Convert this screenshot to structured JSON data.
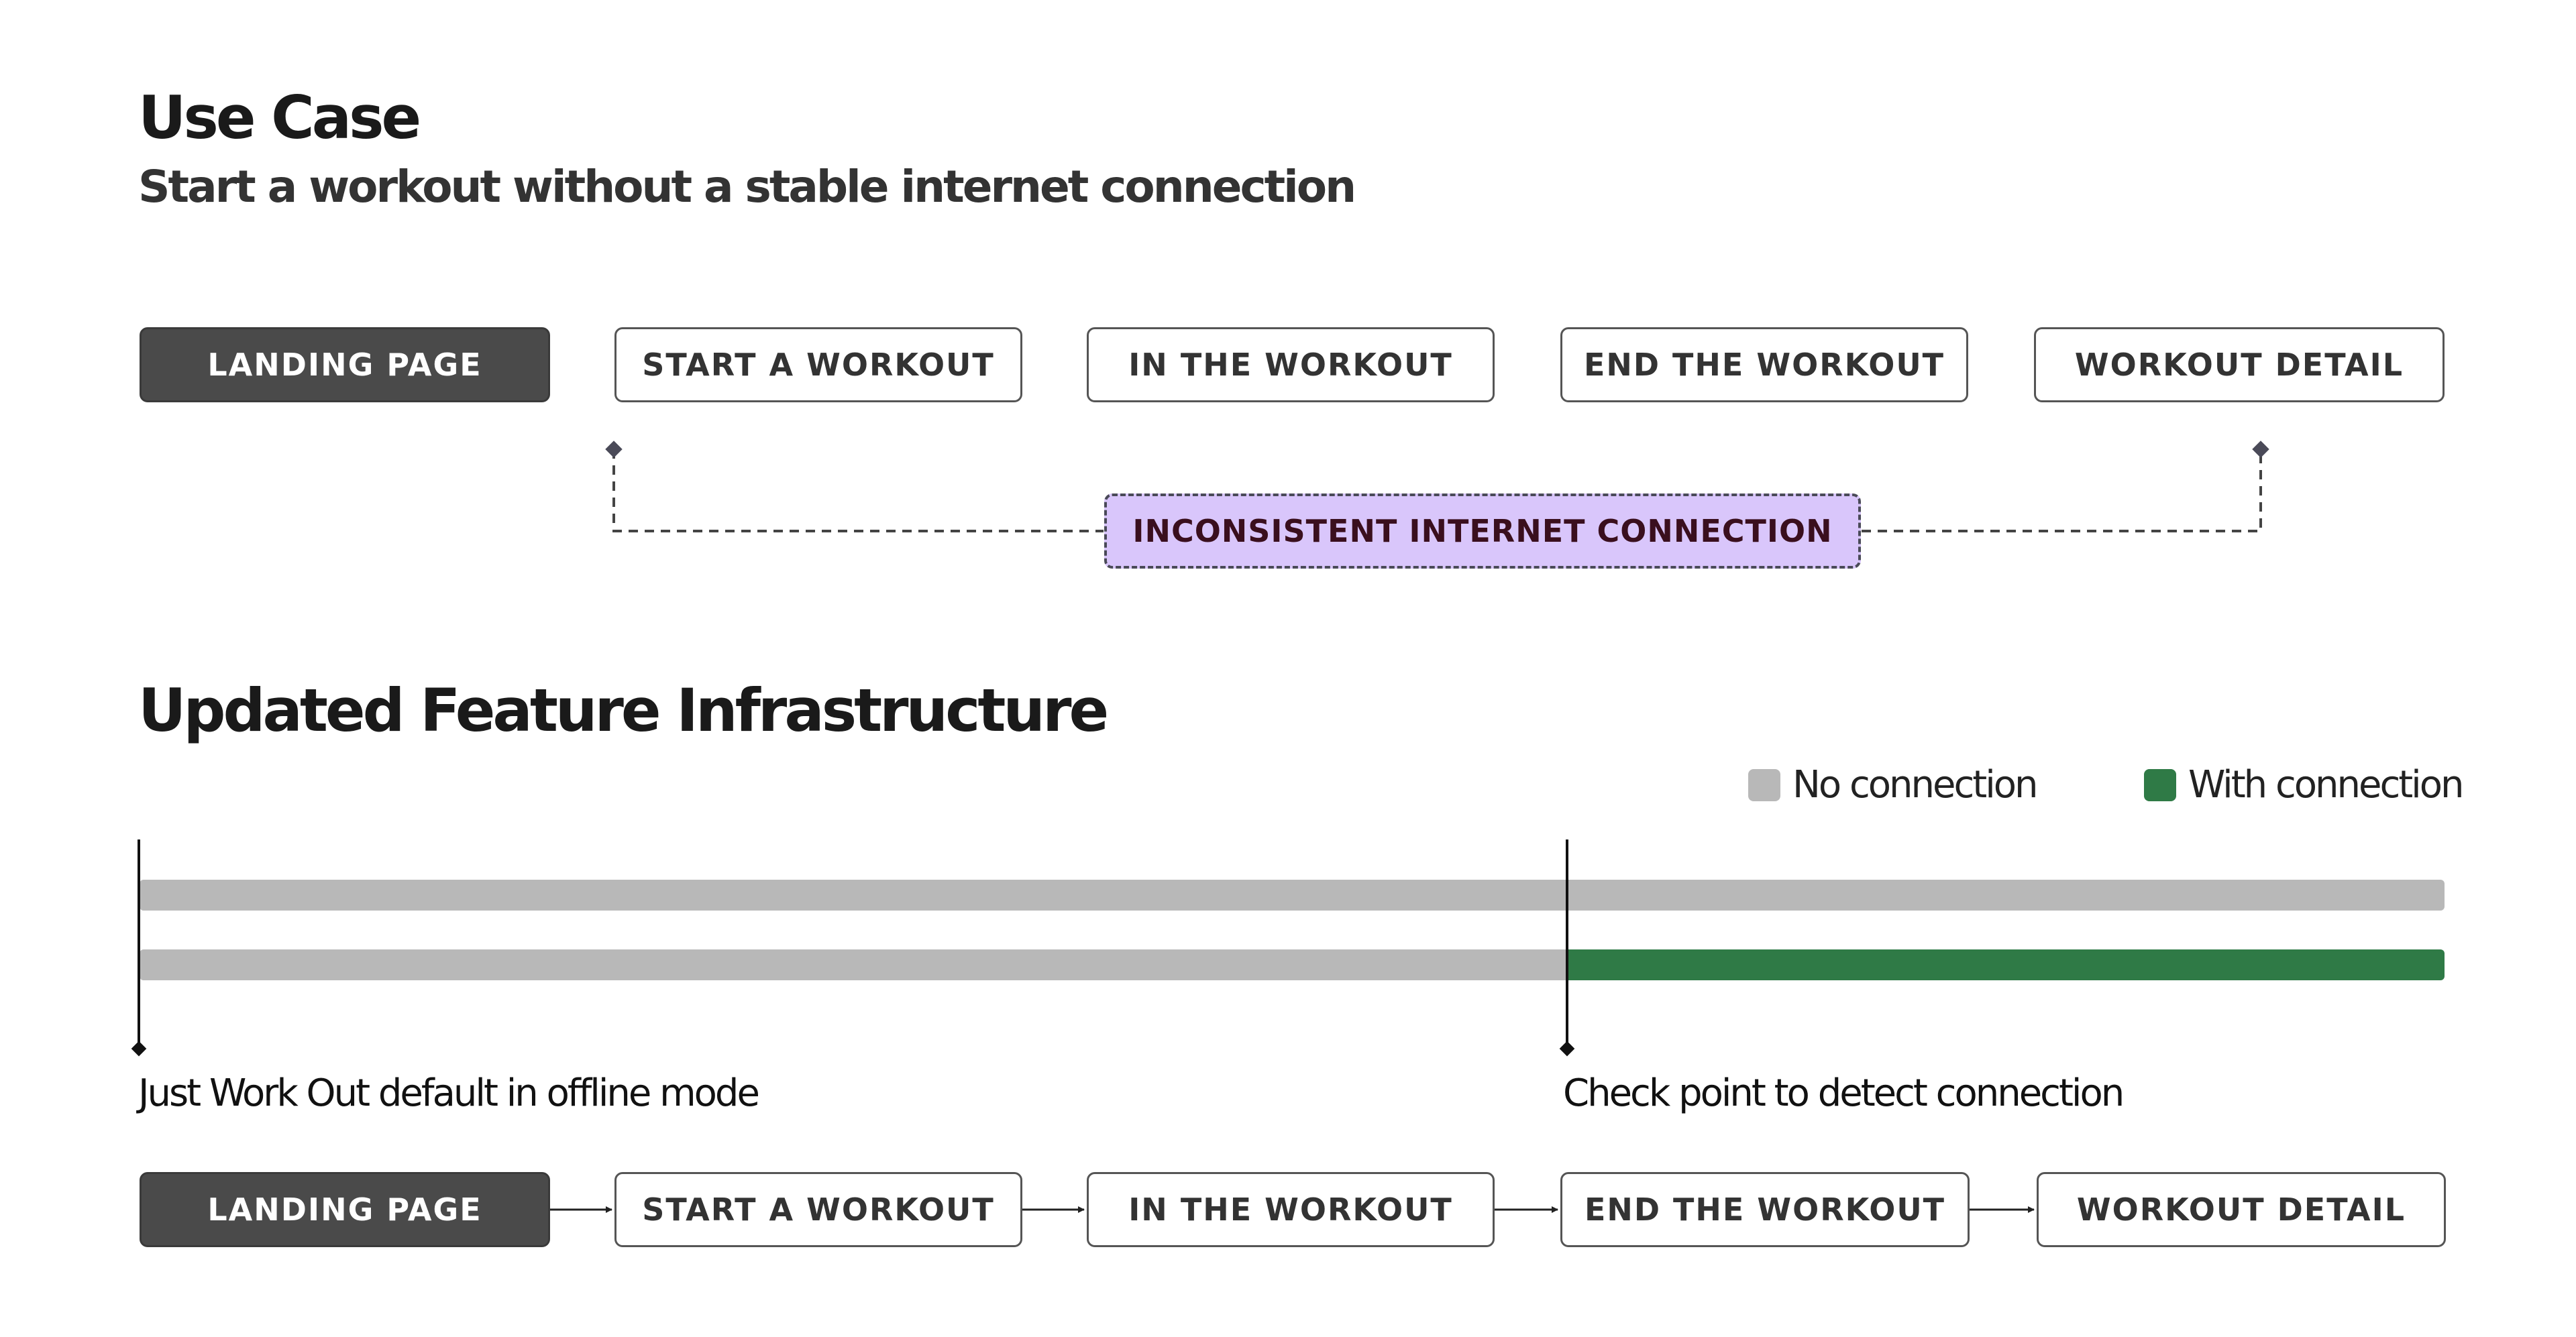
{
  "use_case": {
    "title": "Use Case",
    "subtitle": "Start  a workout without a stable internet connection",
    "steps": [
      "LANDING PAGE",
      "START A WORKOUT",
      "IN THE WORKOUT",
      "END THE WORKOUT",
      "WORKOUT DETAIL"
    ],
    "callout": "INCONSISTENT INTERNET CONNECTION"
  },
  "infrastructure": {
    "title": "Updated Feature Infrastructure",
    "legend": [
      {
        "label": "No connection",
        "color": "#b8b8b8"
      },
      {
        "label": "With connection",
        "color": "#2f7a46"
      }
    ],
    "tracks": [
      {
        "name": "offline-track",
        "segments": [
          {
            "state": "No connection",
            "from_step": 0,
            "to_step": 4
          }
        ]
      },
      {
        "name": "online-track",
        "segments": [
          {
            "state": "No connection",
            "from_step": 0,
            "to_step": 2.5
          },
          {
            "state": "With connection",
            "from_step": 2.5,
            "to_step": 4
          }
        ]
      }
    ],
    "markers": [
      {
        "label": "Just Work Out default in offline mode"
      },
      {
        "label": "Check point to detect connection"
      }
    ],
    "steps": [
      "LANDING PAGE",
      "START A WORKOUT",
      "IN THE WORKOUT",
      "END THE WORKOUT",
      "WORKOUT DETAIL"
    ]
  },
  "colors": {
    "dark_box": "#4a4a4a",
    "callout_fill": "#d9c6fb",
    "no_connection": "#b8b8b8",
    "with_connection": "#2f7a46"
  }
}
